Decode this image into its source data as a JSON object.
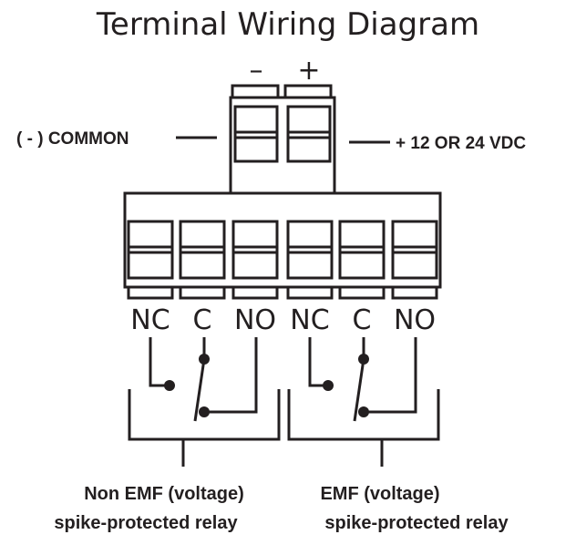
{
  "title": "Terminal Wiring Diagram",
  "power_connector": {
    "minus_symbol": "–",
    "plus_symbol": "+",
    "left_label": "( - ) COMMON",
    "right_label": "+ 12 OR 24 VDC"
  },
  "relay_terminals": [
    "NC",
    "C",
    "NO",
    "NC",
    "C",
    "NO"
  ],
  "relay_groups": [
    {
      "caption_line1": "Non EMF (voltage)",
      "caption_line2": "spike-protected relay"
    },
    {
      "caption_line1": "EMF (voltage)",
      "caption_line2": "spike-protected relay"
    }
  ],
  "colors": {
    "ink": "#231f20",
    "background": "#ffffff"
  }
}
